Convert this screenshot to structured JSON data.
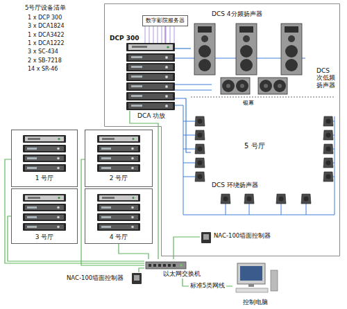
{
  "diagram": {
    "nodes": [
      {
        "text": [
          "5 号厅"
        ]
      },
      {
        "text": [
          "数字影院服务器"
        ],
        "in": 0
      },
      {
        "text": [
          "DCP 300",
          "DCA 功放"
        ],
        "in": 0
      },
      {
        "text": [
          "DCS 4分频扬声器"
        ],
        "in": 0
      },
      {
        "text": [
          "DCS 次低频扬声器"
        ],
        "in": 0
      },
      {
        "text": [
          "DCS 环绕扬声器"
        ],
        "in": 0
      },
      {
        "text": [
          "NAC-100墙面控制器"
        ],
        "in": 0
      },
      {
        "text": [
          "1 号厅"
        ]
      },
      {
        "text": [
          "2 号厅"
        ]
      },
      {
        "text": [
          "3 号厅"
        ]
      },
      {
        "text": [
          "4 号厅"
        ]
      },
      {
        "text": [
          "NAC-100墙面控制器"
        ]
      },
      {
        "text": [
          "以太网交换机"
        ]
      },
      {
        "text": [
          "控制电脑"
        ]
      }
    ],
    "edges": [
      {
        "from": 1,
        "to": 2,
        "arrow": "none"
      },
      {
        "from": 2,
        "to": 3,
        "arrow": "none"
      },
      {
        "from": 2,
        "to": 4,
        "arrow": "none"
      },
      {
        "from": 2,
        "to": 5,
        "arrow": "none"
      },
      {
        "from": 2,
        "to": 12,
        "arrow": "none"
      },
      {
        "from": 7,
        "to": 12,
        "arrow": "none"
      },
      {
        "from": 8,
        "to": 12,
        "arrow": "none"
      },
      {
        "from": 9,
        "to": 12,
        "arrow": "none"
      },
      {
        "from": 10,
        "to": 12,
        "arrow": "none"
      },
      {
        "from": 6,
        "to": 12,
        "arrow": "none"
      },
      {
        "from": 11,
        "to": 12,
        "arrow": "none"
      },
      {
        "from": 12,
        "to": 13,
        "label": "标准5类网线",
        "arrow": "none"
      }
    ],
    "labels": [
      "5号厅设备清单",
      "1 x DCP 300",
      "3 x DCA1824",
      "1 x DCA3422",
      "1 x DCA1222",
      "3 x SC-434",
      "2 x SB-7218",
      "14 x SR-46",
      "银幕"
    ]
  }
}
